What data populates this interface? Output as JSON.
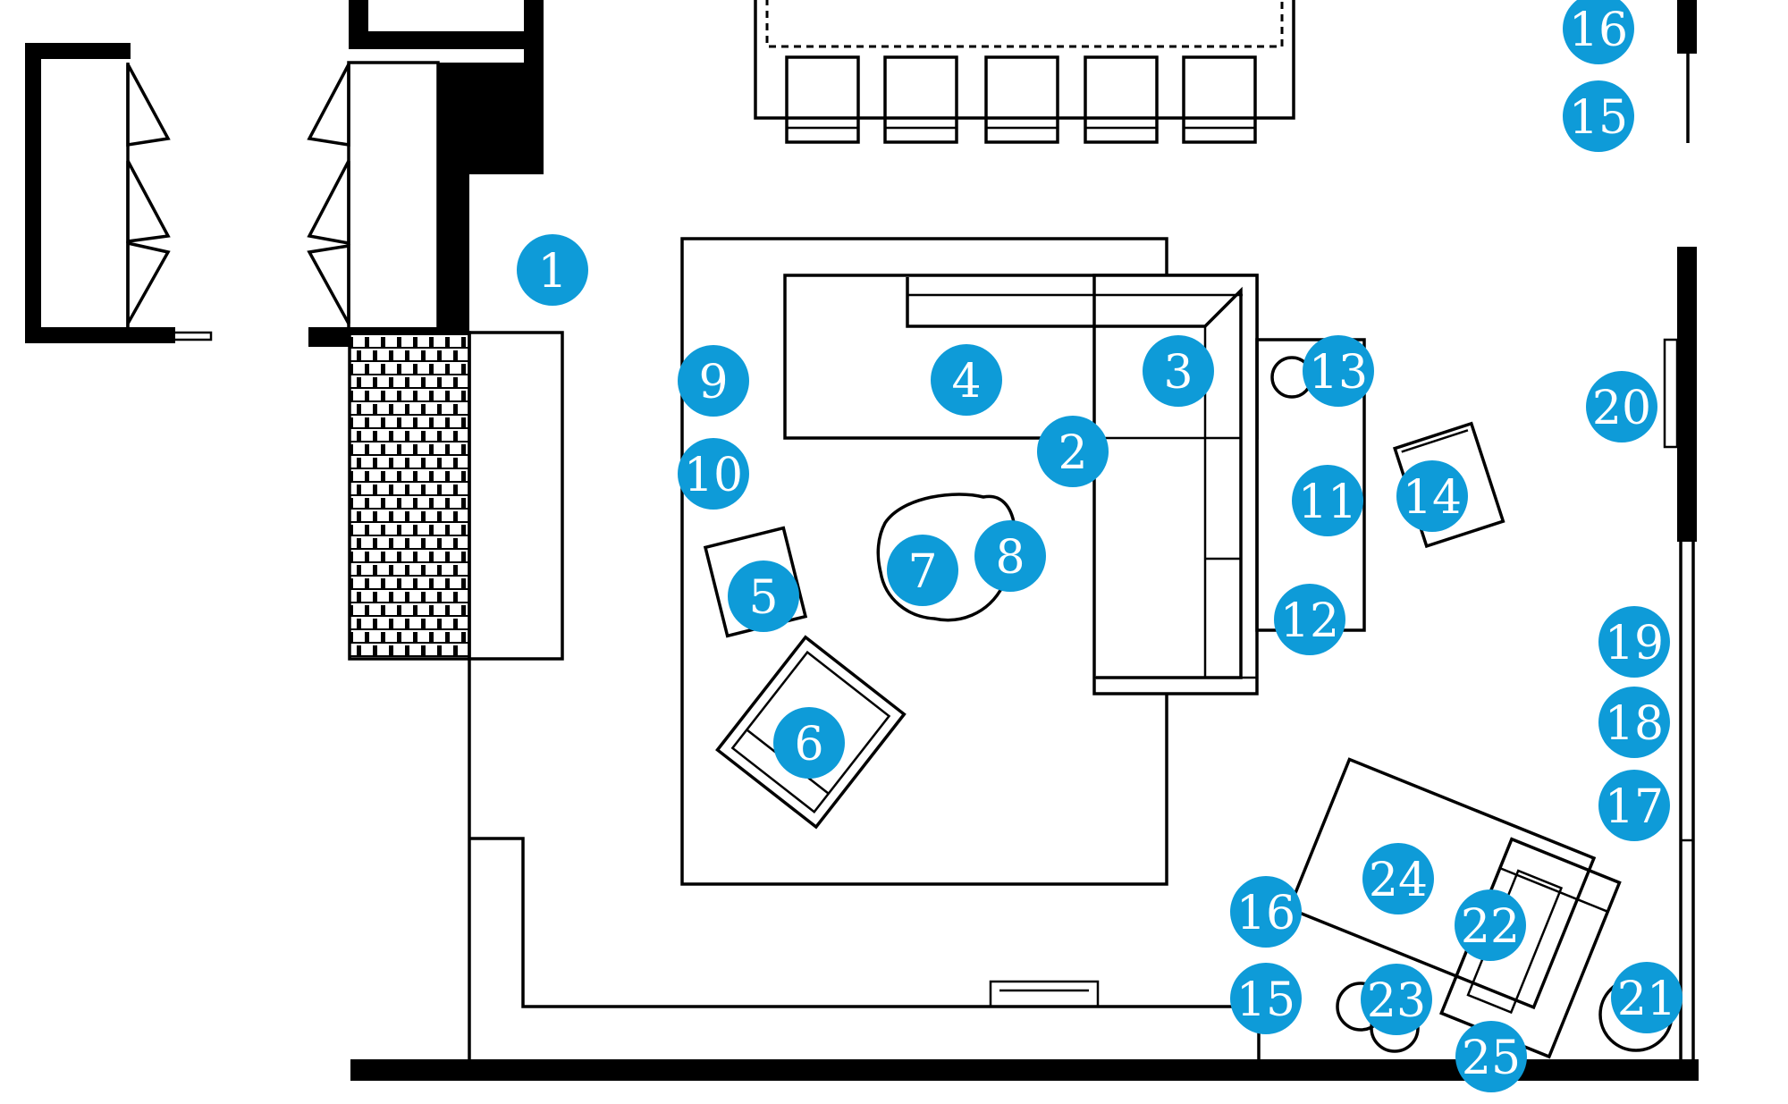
{
  "marker_color": "#0e9bd8",
  "line_color": "#000000",
  "background": "#ffffff",
  "markers": [
    {
      "id": "m1",
      "label": "1"
    },
    {
      "id": "m2",
      "label": "2"
    },
    {
      "id": "m3",
      "label": "3"
    },
    {
      "id": "m4",
      "label": "4"
    },
    {
      "id": "m5",
      "label": "5"
    },
    {
      "id": "m6",
      "label": "6"
    },
    {
      "id": "m7",
      "label": "7"
    },
    {
      "id": "m8",
      "label": "8"
    },
    {
      "id": "m9",
      "label": "9"
    },
    {
      "id": "m10",
      "label": "10"
    },
    {
      "id": "m11",
      "label": "11"
    },
    {
      "id": "m12",
      "label": "12"
    },
    {
      "id": "m13",
      "label": "13"
    },
    {
      "id": "m14",
      "label": "14"
    },
    {
      "id": "m15a",
      "label": "15"
    },
    {
      "id": "m16a",
      "label": "16"
    },
    {
      "id": "m15b",
      "label": "15"
    },
    {
      "id": "m16b",
      "label": "16"
    },
    {
      "id": "m17",
      "label": "17"
    },
    {
      "id": "m18",
      "label": "18"
    },
    {
      "id": "m19",
      "label": "19"
    },
    {
      "id": "m20",
      "label": "20"
    },
    {
      "id": "m21",
      "label": "21"
    },
    {
      "id": "m22",
      "label": "22"
    },
    {
      "id": "m23",
      "label": "23"
    },
    {
      "id": "m24",
      "label": "24"
    },
    {
      "id": "m25",
      "label": "25"
    }
  ]
}
